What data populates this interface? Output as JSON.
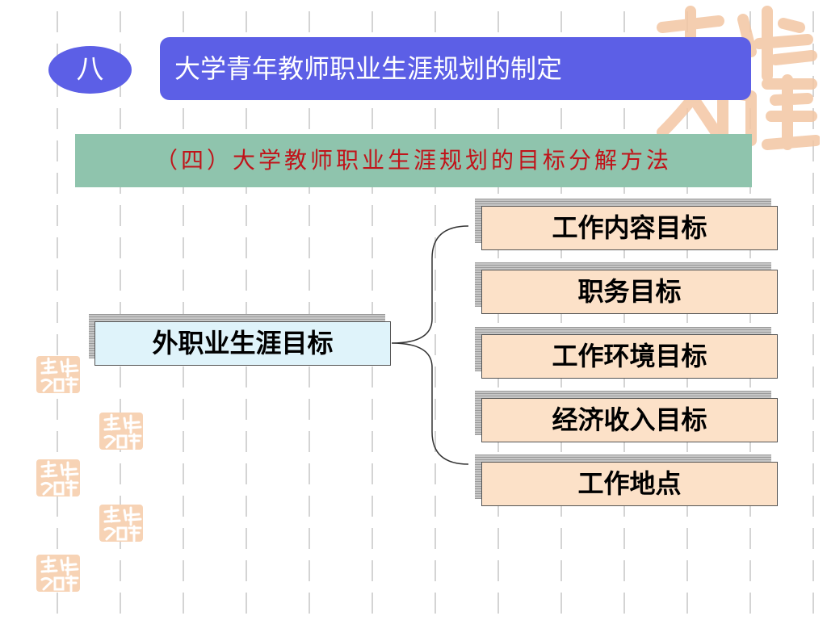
{
  "header": {
    "badge": "八",
    "title": "大学青年教师职业生涯规划的制定",
    "subtitle": "（四）大学教师职业生涯规划的目标分解方法"
  },
  "diagram": {
    "root": "外职业生涯目标",
    "children": [
      "工作内容目标",
      "职务目标",
      "工作环境目标",
      "经济收入目标",
      "工作地点"
    ]
  },
  "colors": {
    "header_blue": "#5c5fe6",
    "subtitle_green": "#8fc4ad",
    "subtitle_text_red": "#c0141a",
    "root_fill": "#dff3fa",
    "child_fill": "#fce1c8",
    "seal_color": "#f5c9a6"
  },
  "decorations": {
    "seal_icon": "auspicious-seal-icon"
  }
}
